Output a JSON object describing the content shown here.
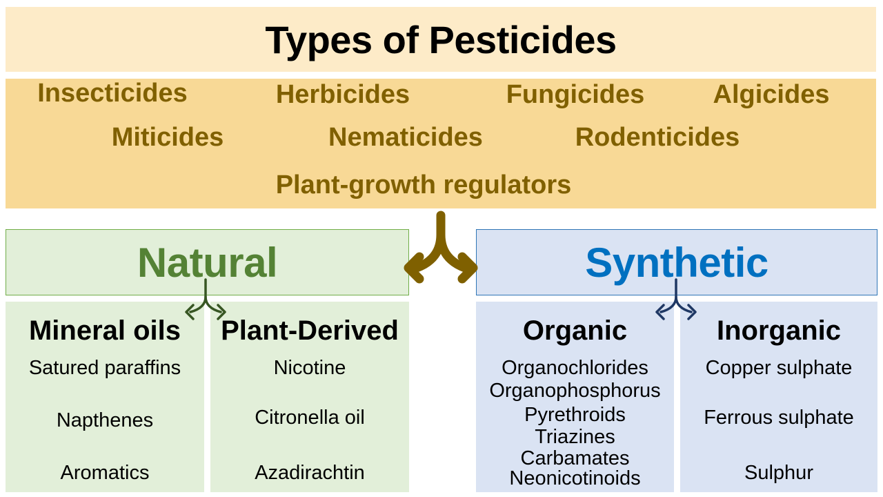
{
  "title": "Types of Pesticides",
  "pesticide_types": {
    "row1": [
      "Insecticides",
      "Herbicides",
      "Fungicides",
      "Algicides"
    ],
    "row2": [
      "Miticides",
      "Nematicides",
      "Rodenticides"
    ],
    "row3": [
      "Plant-growth regulators"
    ]
  },
  "categories": {
    "natural": {
      "label": "Natural",
      "color": "#548235",
      "subgroups": [
        {
          "heading": "Mineral oils",
          "items": [
            "Satured paraffins",
            "Napthenes",
            "Aromatics"
          ]
        },
        {
          "heading": "Plant-Derived",
          "items": [
            "Nicotine",
            "Citronella oil",
            "Azadirachtin"
          ]
        }
      ]
    },
    "synthetic": {
      "label": "Synthetic",
      "color": "#0070c0",
      "subgroups": [
        {
          "heading": "Organic",
          "items": [
            "Organochlorides",
            "Organophosphorus",
            "Pyrethroids",
            "Triazines",
            "Carbamates",
            "Neonicotinoids"
          ]
        },
        {
          "heading": "Inorganic",
          "items": [
            "Copper sulphate",
            "Ferrous sulphate",
            "Sulphur"
          ]
        }
      ]
    }
  },
  "colors": {
    "title_bg": "#fdebc8",
    "types_bg": "#f8d996",
    "types_text": "#806000",
    "green_bg": "#e2efd9",
    "blue_bg": "#dae3f3",
    "main_arrow": "#7f6000",
    "natural_arrow": "#375623",
    "synthetic_arrow": "#1f3864"
  }
}
